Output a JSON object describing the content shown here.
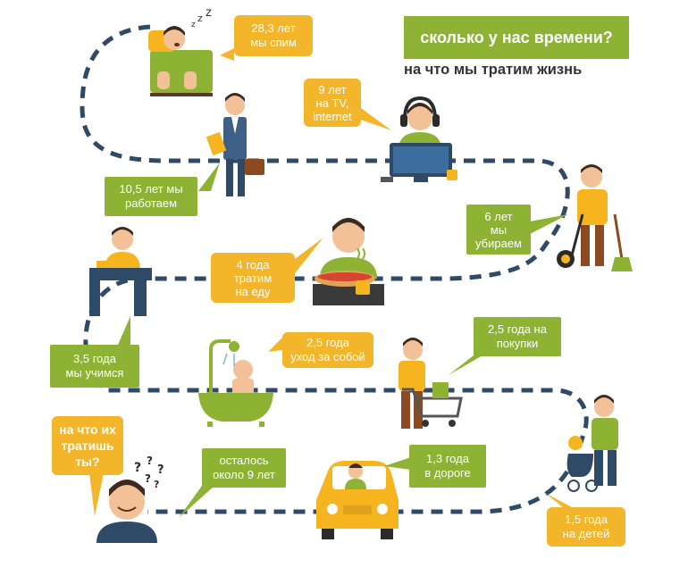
{
  "header": {
    "title": "сколько у нас времени?",
    "subtitle": "на что мы тратим жизнь"
  },
  "colors": {
    "accent_orange": "#f3b52a",
    "accent_green": "#8db234",
    "path": "#2f4a66",
    "shirt_yellow": "#f6b41e",
    "shirt_green": "#8db234",
    "skin": "#f2c197",
    "hair": "#3d2a1d"
  },
  "items": [
    {
      "id": "sleep",
      "lines": [
        "28,3 лет",
        "мы спим"
      ],
      "style": "orange",
      "icon": "sleeping-man-icon"
    },
    {
      "id": "tv",
      "lines": [
        "9 лет",
        "на TV,",
        "internet"
      ],
      "style": "orange",
      "icon": "computer-user-icon"
    },
    {
      "id": "work",
      "lines": [
        "10,5 лет мы",
        "работаем"
      ],
      "style": "green",
      "icon": "businessman-icon"
    },
    {
      "id": "clean",
      "lines": [
        "6 лет",
        "мы",
        "убираем"
      ],
      "style": "green",
      "icon": "cleaning-man-icon"
    },
    {
      "id": "food",
      "lines": [
        "4 года",
        "тратим",
        "на еду"
      ],
      "style": "orange",
      "icon": "eating-man-icon"
    },
    {
      "id": "study",
      "lines": [
        "3,5 года",
        "мы учимся"
      ],
      "style": "green",
      "icon": "student-desk-icon"
    },
    {
      "id": "selfcare",
      "lines": [
        "2,5 года",
        "уход за собой"
      ],
      "style": "orange",
      "icon": "shower-bath-icon"
    },
    {
      "id": "shopping",
      "lines": [
        "2,5 года на",
        "покупки"
      ],
      "style": "green",
      "icon": "shopping-cart-icon"
    },
    {
      "id": "kids",
      "lines": [
        "1,5 года",
        "на детей"
      ],
      "style": "orange",
      "icon": "stroller-man-icon"
    },
    {
      "id": "road",
      "lines": [
        "1,3 года",
        "в дороге"
      ],
      "style": "green",
      "icon": "driving-car-icon"
    },
    {
      "id": "left",
      "lines": [
        "осталось",
        "около 9 лет"
      ],
      "style": "green",
      "icon": "smiling-man-icon"
    },
    {
      "id": "question",
      "lines": [
        "на что их",
        "тратишь",
        "ты?"
      ],
      "style": "yellow",
      "icon": "question-marks-icon"
    }
  ]
}
